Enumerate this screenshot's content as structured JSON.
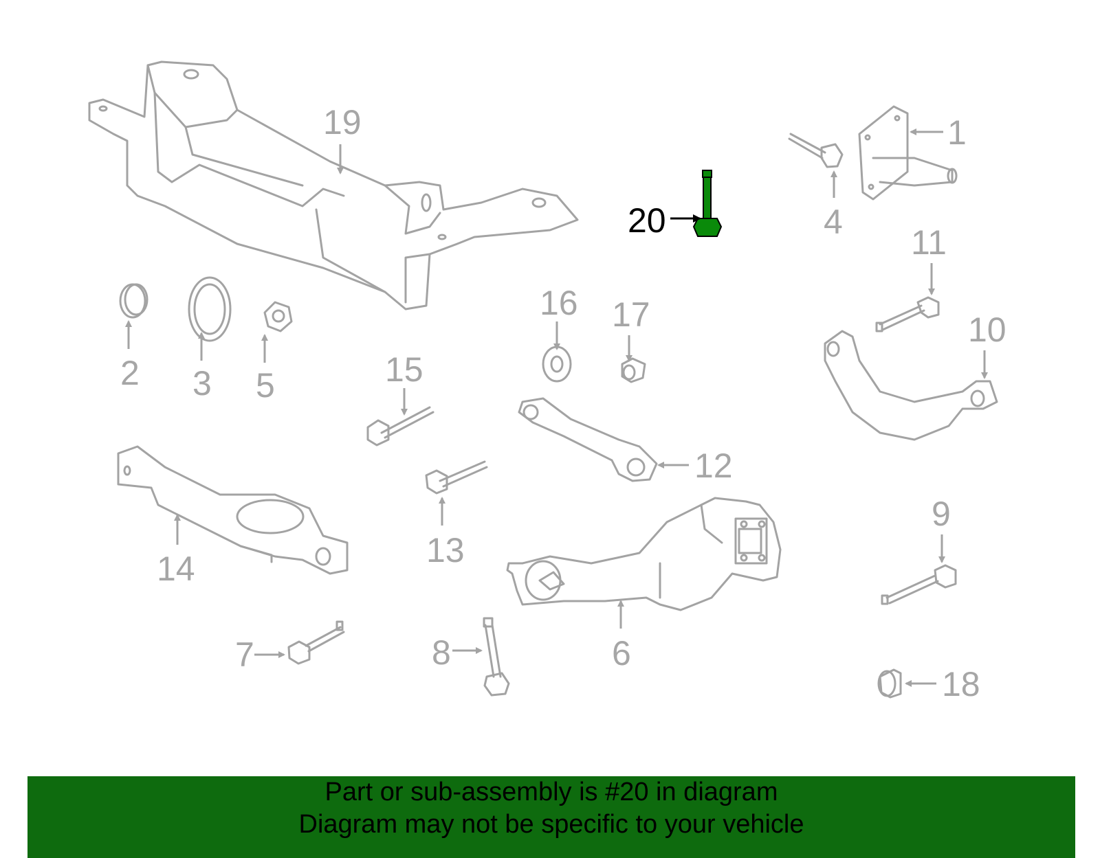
{
  "callouts": {
    "c1": "1",
    "c2": "2",
    "c3": "3",
    "c4": "4",
    "c5": "5",
    "c6": "6",
    "c7": "7",
    "c8": "8",
    "c9": "9",
    "c10": "10",
    "c11": "11",
    "c12": "12",
    "c13": "13",
    "c14": "14",
    "c15": "15",
    "c16": "16",
    "c17": "17",
    "c18": "18",
    "c19": "19",
    "c20": "20"
  },
  "highlighted_part": "20",
  "colors": {
    "banner_bg": "#0e6b0e",
    "highlight_part": "#0a8a0a",
    "outline": "#a3a3a3"
  },
  "banner": {
    "line1": "Part or sub-assembly is #20 in diagram",
    "line2": "Diagram may not be specific to your vehicle"
  }
}
